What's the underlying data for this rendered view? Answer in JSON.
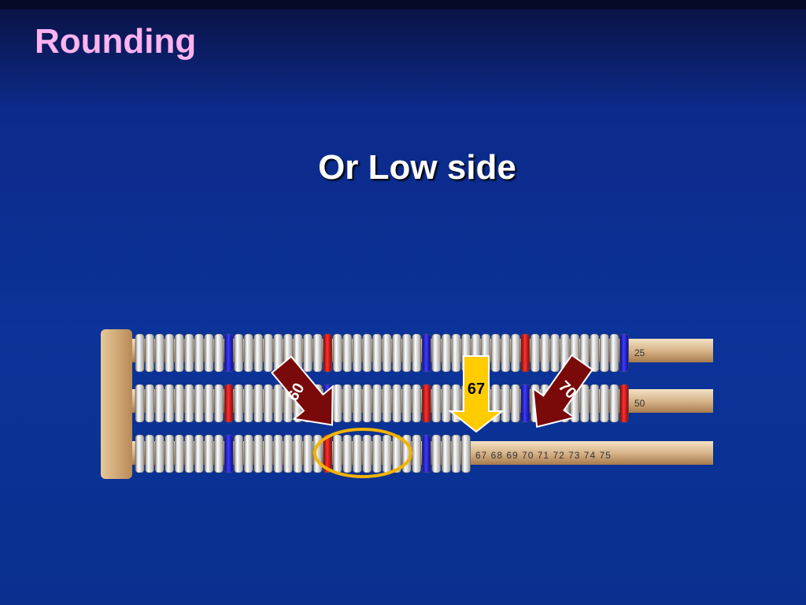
{
  "slide": {
    "title": "Rounding",
    "subtitle": "Or Low side"
  },
  "abacus": {
    "rows": [
      {
        "label": "25",
        "beads": "white",
        "markers": [
          "blue",
          "red",
          "blue",
          "red",
          "blue"
        ]
      },
      {
        "label": "50",
        "beads": "white",
        "markers": [
          "red",
          "blue",
          "red",
          "blue",
          "red"
        ]
      },
      {
        "label": "67 68 69 70 71 72 73 74 75",
        "beads": "white",
        "markers": [
          "blue",
          "red",
          "blue"
        ]
      }
    ],
    "arrows": [
      {
        "label": "60",
        "color": "#7a0a0a"
      },
      {
        "label": "67",
        "color": "#ffcc00"
      },
      {
        "label": "70",
        "color": "#7a0a0a"
      }
    ],
    "highlight_color": "#f2b300"
  }
}
